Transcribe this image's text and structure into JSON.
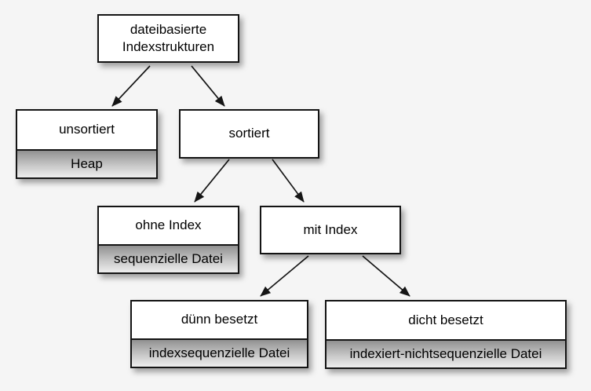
{
  "nodes": {
    "root": {
      "label": "dateibasierte Indexstrukturen"
    },
    "unsortiert": {
      "label": "unsortiert",
      "sublabel": "Heap"
    },
    "sortiert": {
      "label": "sortiert"
    },
    "ohne_index": {
      "label": "ohne Index",
      "sublabel": "sequenzielle Datei"
    },
    "mit_index": {
      "label": "mit Index"
    },
    "duenn_besetzt": {
      "label": "dünn besetzt",
      "sublabel": "indexsequenzielle Datei"
    },
    "dicht_besetzt": {
      "label": "dicht besetzt",
      "sublabel": "indexiert-nichtsequenzielle Datei"
    }
  },
  "edges": [
    {
      "from": "root",
      "to": "unsortiert"
    },
    {
      "from": "root",
      "to": "sortiert"
    },
    {
      "from": "sortiert",
      "to": "ohne_index"
    },
    {
      "from": "sortiert",
      "to": "mit_index"
    },
    {
      "from": "mit_index",
      "to": "duenn_besetzt"
    },
    {
      "from": "mit_index",
      "to": "dicht_besetzt"
    }
  ],
  "colors": {
    "background": "#f5f5f5",
    "box_fill": "#ffffff",
    "box_border": "#141414",
    "sublabel_gradient_top": "#919191",
    "sublabel_gradient_bottom": "#eeeeee",
    "text": "#000000",
    "arrow": "#151515"
  }
}
